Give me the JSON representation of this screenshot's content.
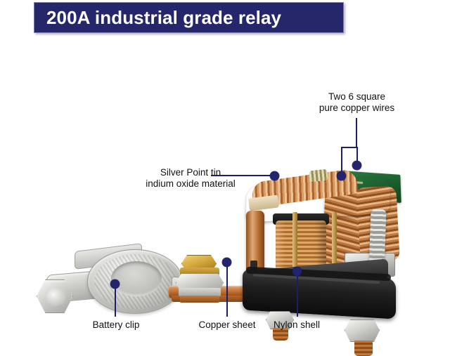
{
  "banner": {
    "title": "200A industrial grade relay",
    "bg_color": "#26276b",
    "text_color": "#ffffff"
  },
  "theme": {
    "callout_color": "#22246e",
    "label_color": "#111111",
    "background": "#ffffff"
  },
  "product": {
    "name": "200A industrial grade relay",
    "view": "cutaway-photo"
  },
  "callouts": [
    {
      "id": "copper-wires",
      "text_line1": "Two 6 square",
      "text_line2": "pure copper wires",
      "points_to": "braided copper wire bundles",
      "dot_count": 2
    },
    {
      "id": "silver-point",
      "text_line1": "Silver Point tin",
      "text_line2": "indium oxide material",
      "points_to": "contact pad",
      "dot_count": 1
    },
    {
      "id": "battery-clip",
      "text_line1": "Battery clip",
      "text_line2": "",
      "points_to": "zinc battery terminal clamp",
      "dot_count": 1
    },
    {
      "id": "copper-sheet",
      "text_line1": "Copper sheet",
      "text_line2": "",
      "points_to": "copper busbar strip",
      "dot_count": 1
    },
    {
      "id": "nylon-shell",
      "text_line1": "Nylon shell",
      "text_line2": "",
      "points_to": "black nylon base plate",
      "dot_count": 1
    }
  ]
}
